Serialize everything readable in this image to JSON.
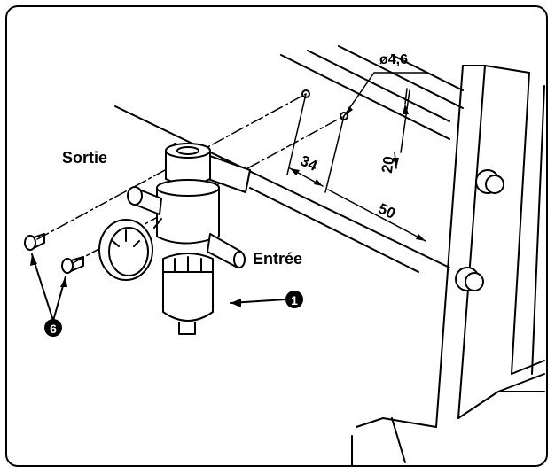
{
  "labels": {
    "outlet": "Sortie",
    "inlet": "Entrée",
    "hole_diameter": "ø4,6",
    "dim_34": "34",
    "dim_20": "20",
    "dim_50": "50"
  },
  "callouts": {
    "regulator_number": "1",
    "screws_number": "6"
  }
}
